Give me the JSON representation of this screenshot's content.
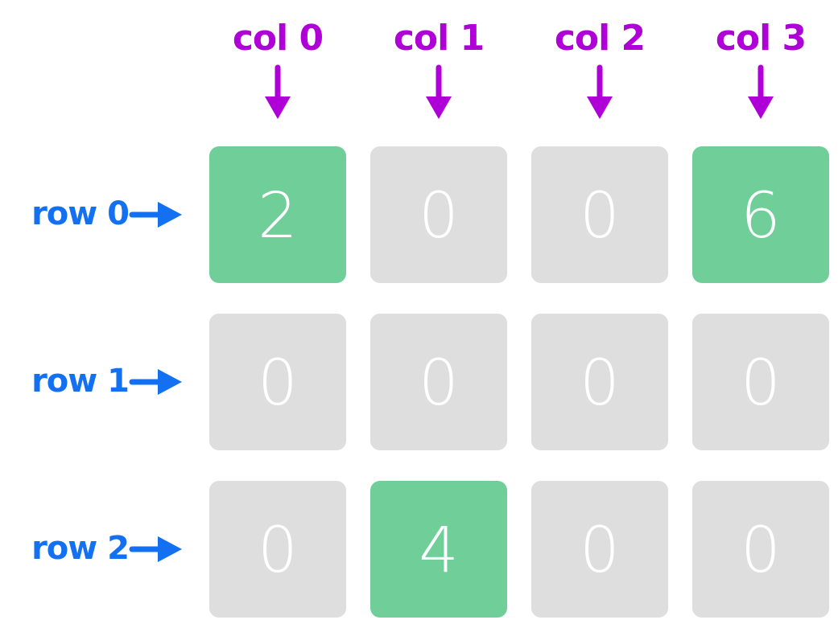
{
  "colors": {
    "highlight": "#70CF98",
    "empty": "#DEDEDE",
    "cell_text": "#FFFFFF",
    "column_annotation": "#B000D8",
    "row_annotation": "#1370F0"
  },
  "columns": [
    {
      "label": "col 0"
    },
    {
      "label": "col 1"
    },
    {
      "label": "col 2"
    },
    {
      "label": "col 3"
    }
  ],
  "rows": [
    {
      "label": "row 0",
      "cells": [
        {
          "value": "2",
          "highlighted": true
        },
        {
          "value": "0",
          "highlighted": false
        },
        {
          "value": "0",
          "highlighted": false
        },
        {
          "value": "6",
          "highlighted": true
        }
      ]
    },
    {
      "label": "row 1",
      "cells": [
        {
          "value": "0",
          "highlighted": false
        },
        {
          "value": "0",
          "highlighted": false
        },
        {
          "value": "0",
          "highlighted": false
        },
        {
          "value": "0",
          "highlighted": false
        }
      ]
    },
    {
      "label": "row 2",
      "cells": [
        {
          "value": "0",
          "highlighted": false
        },
        {
          "value": "4",
          "highlighted": true
        },
        {
          "value": "0",
          "highlighted": false
        },
        {
          "value": "0",
          "highlighted": false
        }
      ]
    }
  ],
  "icons": {
    "column_pointer": "arrow-down-icon",
    "row_pointer": "arrow-right-icon"
  }
}
